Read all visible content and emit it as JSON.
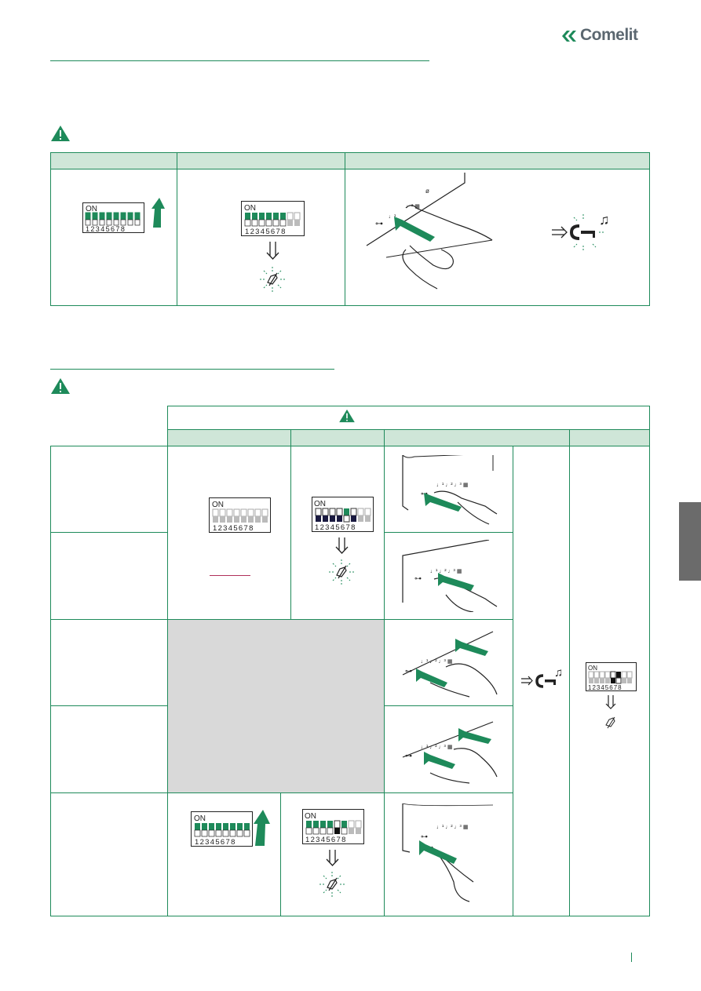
{
  "brand": {
    "name": "Comelit",
    "color": "#5b6770",
    "accent": "#1e8a5a"
  },
  "icons": {
    "warning": "warning-triangle-icon",
    "key": "key-icon",
    "music": "music-note-icon",
    "mute": "mute-speaker-icon",
    "hand": "finger-press-icon"
  },
  "dip": {
    "on_label": "ON",
    "numbers": [
      "1",
      "2",
      "3",
      "4",
      "5",
      "6",
      "7",
      "8"
    ]
  },
  "colors": {
    "header_fill": "#cfe6d8",
    "grey_fill": "#d9d9d9",
    "side_tab": "#6b6b6b"
  }
}
